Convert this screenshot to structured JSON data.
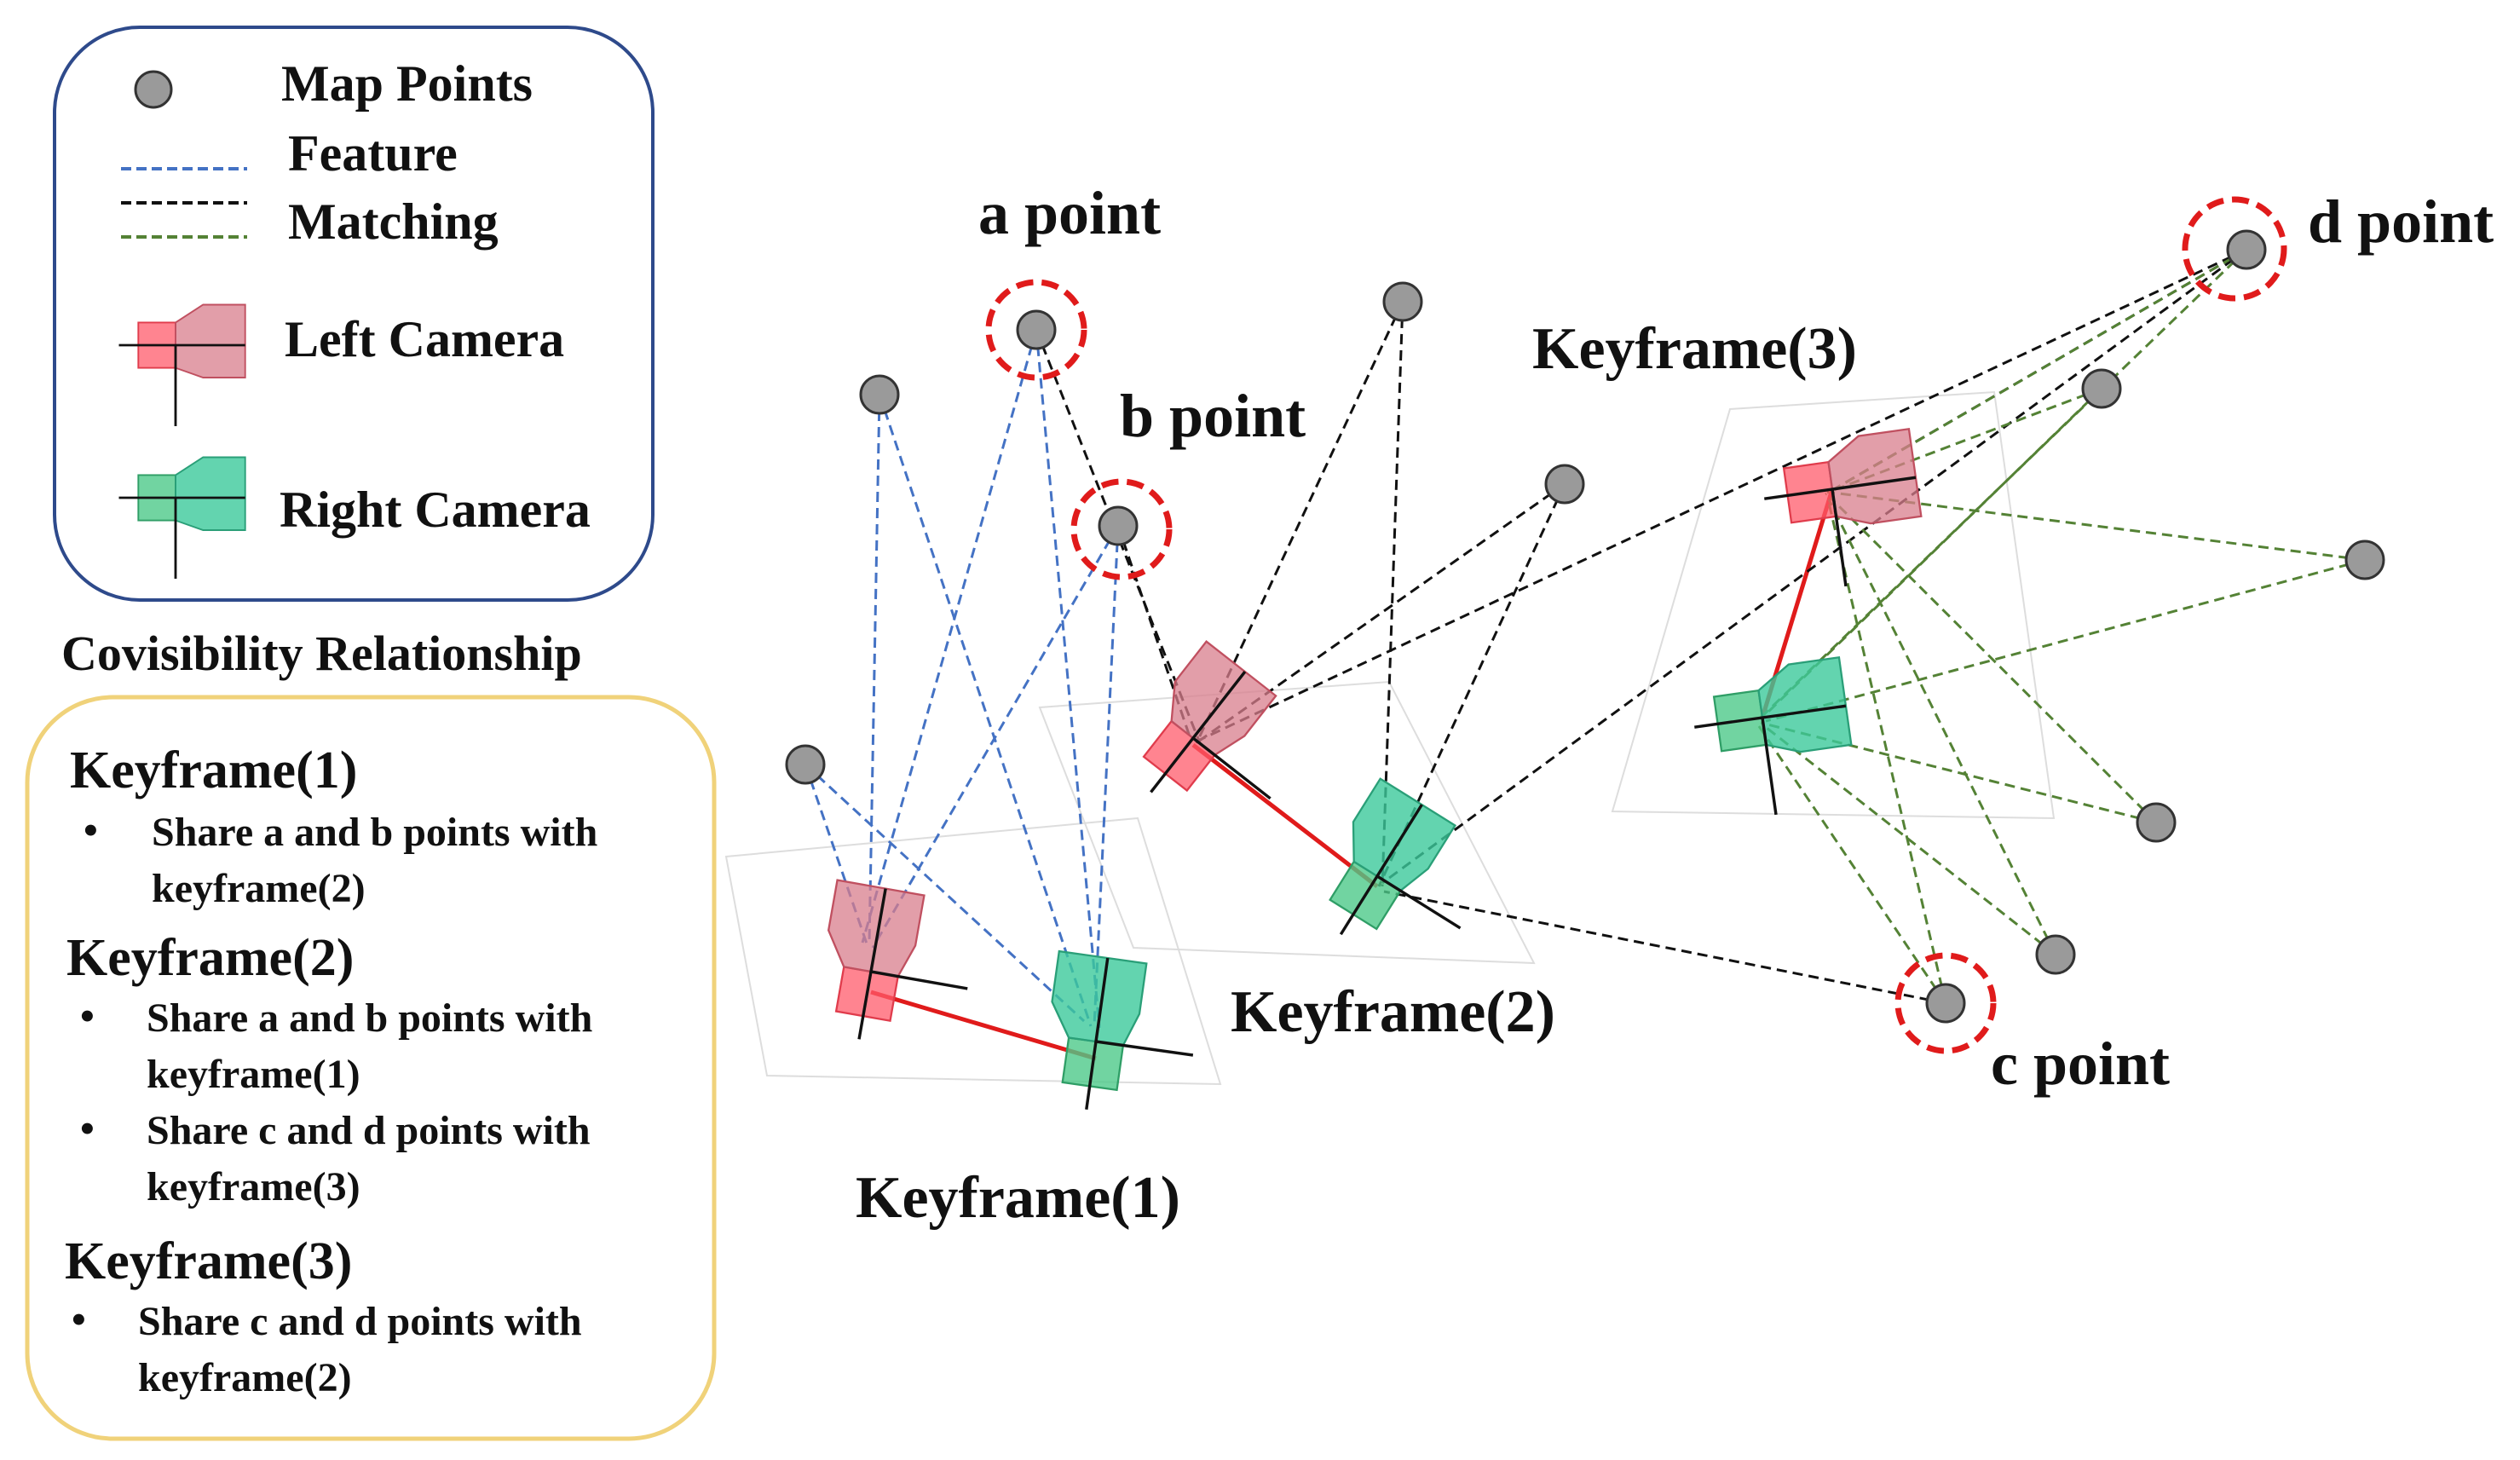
{
  "legend": {
    "map_points": "Map Points",
    "feature": "Feature",
    "matching": "Matching",
    "left_camera": "Left Camera",
    "right_camera": "Right Camera"
  },
  "covisibility": {
    "title": "Covisibility Relationship",
    "keyframes": [
      {
        "heading": "Keyframe(1)",
        "items": [
          [
            "Share a and b points with",
            "keyframe(2)"
          ]
        ]
      },
      {
        "heading": "Keyframe(2)",
        "items": [
          [
            "Share a and b points with",
            "keyframe(1)"
          ],
          [
            "Share c and d points with",
            "keyframe(3)"
          ]
        ]
      },
      {
        "heading": "Keyframe(3)",
        "items": [
          [
            "Share c and d points with",
            "keyframe(2)"
          ]
        ]
      }
    ]
  },
  "scene": {
    "point_labels": {
      "a": "a point",
      "b": "b point",
      "c": "c point",
      "d": "d point"
    },
    "keyframe_labels": {
      "kf1": "Keyframe(1)",
      "kf2": "Keyframe(2)",
      "kf3": "Keyframe(3)"
    }
  },
  "colors": {
    "map_point_fill": "#9a9a9a",
    "feature_line": "#4472c4",
    "matching_line_black": "#111111",
    "matching_line_green": "#548235",
    "left_camera": "#ff5b6b",
    "right_camera": "#4dc98a",
    "highlight_circle": "#e01b1b",
    "legend_border_blue": "#2e4a8b",
    "covis_border_yellow": "#f0d27a",
    "baseline": "#e01b1b"
  }
}
